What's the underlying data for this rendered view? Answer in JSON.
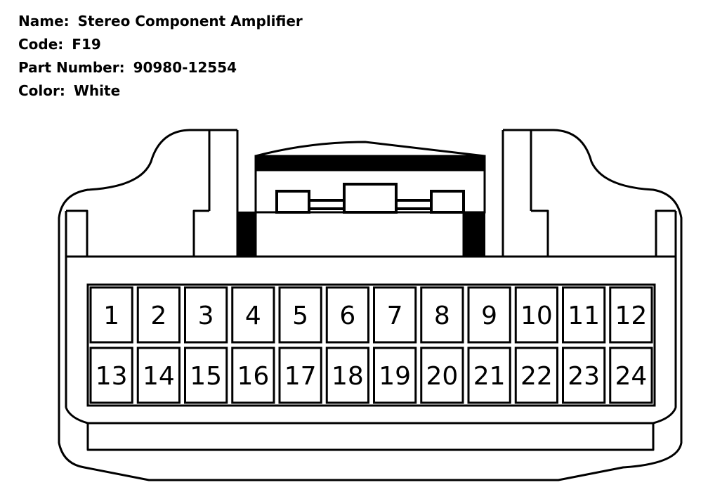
{
  "connector": {
    "name_label": "Name:",
    "name": "Stereo Component Amplifier",
    "code_label": "Code:",
    "code": "F19",
    "part_label": "Part Number:",
    "part_number": "90980-12554",
    "color_label": "Color:",
    "color": "White"
  },
  "pins": {
    "top_row": [
      "1",
      "2",
      "3",
      "4",
      "5",
      "6",
      "7",
      "8",
      "9",
      "10",
      "11",
      "12"
    ],
    "bottom_row": [
      "13",
      "14",
      "15",
      "16",
      "17",
      "18",
      "19",
      "20",
      "21",
      "22",
      "23",
      "24"
    ]
  }
}
